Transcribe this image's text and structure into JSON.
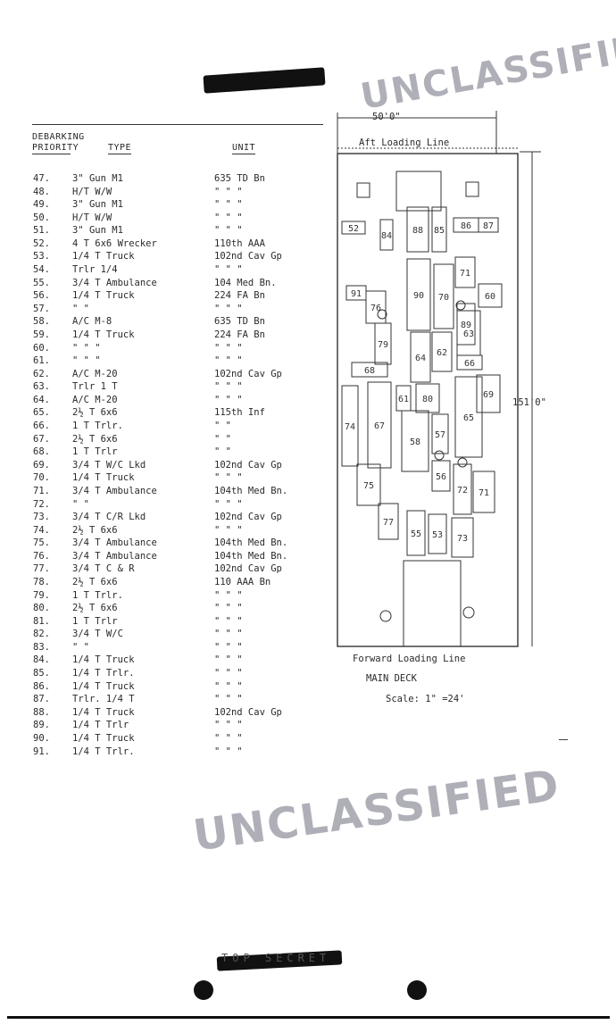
{
  "header": {
    "col1_line1": "DEBARKING",
    "col1_line2": "PRIORITY",
    "col2": "TYPE",
    "col3": "UNIT"
  },
  "rows": [
    {
      "no": "47.",
      "type": "3\" Gun M1",
      "unit": "635 TD Bn"
    },
    {
      "no": "48.",
      "type": "H/T W/W",
      "unit": "\"   \"   \""
    },
    {
      "no": "49.",
      "type": "3\" Gun M1",
      "unit": "\"   \"   \""
    },
    {
      "no": "50.",
      "type": "H/T W/W",
      "unit": "\"   \"   \""
    },
    {
      "no": "51.",
      "type": "3\" Gun M1",
      "unit": "\"   \"   \""
    },
    {
      "no": "52.",
      "type": "4 T 6x6 Wrecker",
      "unit": "110th AAA"
    },
    {
      "no": "53.",
      "type": "1/4 T Truck",
      "unit": "102nd Cav Gp"
    },
    {
      "no": "54.",
      "type": "Trlr 1/4",
      "unit": "\"    \"    \""
    },
    {
      "no": "55.",
      "type": "3/4 T Ambulance",
      "unit": "104 Med Bn."
    },
    {
      "no": "56.",
      "type": "1/4 T Truck",
      "unit": "224 FA Bn"
    },
    {
      "no": "57.",
      "type": "\"   \"",
      "unit": "\"   \"   \""
    },
    {
      "no": "58.",
      "type": "A/C M-8",
      "unit": "635 TD Bn"
    },
    {
      "no": "59.",
      "type": "1/4 T Truck",
      "unit": "224 FA Bn"
    },
    {
      "no": "60.",
      "type": "\"   \"   \"",
      "unit": "\"   \"   \""
    },
    {
      "no": "61.",
      "type": "\"   \"   \"",
      "unit": "\"   \"   \""
    },
    {
      "no": "62.",
      "type": "A/C M-20",
      "unit": "102nd Cav Gp"
    },
    {
      "no": "63.",
      "type": "Trlr 1 T",
      "unit": "\"    \"    \""
    },
    {
      "no": "64.",
      "type": "A/C M-20",
      "unit": "\"    \"    \""
    },
    {
      "no": "65.",
      "type": "2½ T 6x6",
      "unit": "115th Inf"
    },
    {
      "no": "66.",
      "type": "1 T Trlr.",
      "unit": "\"    \""
    },
    {
      "no": "67.",
      "type": "2½ T 6x6",
      "unit": "\"    \""
    },
    {
      "no": "68.",
      "type": "1 T Trlr",
      "unit": "\"    \""
    },
    {
      "no": "69.",
      "type": "3/4 T W/C Lkd",
      "unit": "102nd Cav Gp"
    },
    {
      "no": "70.",
      "type": "1/4 T Truck",
      "unit": "\"    \"    \""
    },
    {
      "no": "71.",
      "type": "3/4 T Ambulance",
      "unit": "104th Med Bn."
    },
    {
      "no": "72.",
      "type": "\"    \"",
      "unit": "\"    \"    \""
    },
    {
      "no": "73.",
      "type": "3/4 T C/R Lkd",
      "unit": "102nd Cav Gp"
    },
    {
      "no": "74.",
      "type": "2½ T 6x6",
      "unit": "\"    \"    \""
    },
    {
      "no": "75.",
      "type": "3/4 T Ambulance",
      "unit": "104th Med Bn."
    },
    {
      "no": "76.",
      "type": "3/4 T Ambulance",
      "unit": "104th Med Bn."
    },
    {
      "no": "77.",
      "type": "3/4 T C & R",
      "unit": "102nd Cav Gp"
    },
    {
      "no": "78.",
      "type": "2½ T 6x6",
      "unit": "110 AAA Bn"
    },
    {
      "no": "79.",
      "type": "1 T Trlr.",
      "unit": "\"   \"   \""
    },
    {
      "no": "80.",
      "type": "2½ T 6x6",
      "unit": "\"   \"   \""
    },
    {
      "no": "81.",
      "type": "1 T Trlr",
      "unit": "\"   \"   \""
    },
    {
      "no": "82.",
      "type": "3/4 T W/C",
      "unit": "\"   \"   \""
    },
    {
      "no": "83.",
      "type": "\"    \"",
      "unit": "\"   \"   \""
    },
    {
      "no": "84.",
      "type": "1/4 T Truck",
      "unit": "\"   \"   \""
    },
    {
      "no": "85.",
      "type": "1/4 T Trlr.",
      "unit": "\"   \"   \""
    },
    {
      "no": "86.",
      "type": "1/4 T Truck",
      "unit": "\"   \"   \""
    },
    {
      "no": "87.",
      "type": "Trlr. 1/4 T",
      "unit": "\"   \"   \""
    },
    {
      "no": "88.",
      "type": "1/4 T Truck",
      "unit": "102nd Cav Gp"
    },
    {
      "no": "89.",
      "type": "1/4 T Trlr",
      "unit": "\"    \"    \""
    },
    {
      "no": "90.",
      "type": "1/4 T Truck",
      "unit": "\"    \"    \""
    },
    {
      "no": "91.",
      "type": "1/4 T Trlr.",
      "unit": "\"    \"    \""
    }
  ],
  "diagram": {
    "width_label": "50'0\"",
    "length_label": "151'0\"",
    "aft_label": "Aft Loading Line",
    "forward_label": "Forward Loading Line",
    "deck_label": "MAIN DECK",
    "scale_label": "Scale: 1\" =24'",
    "spot_numbers": [
      "52",
      "84",
      "88",
      "85",
      "86",
      "87",
      "91",
      "90",
      "70",
      "71",
      "60",
      "89",
      "63",
      "64",
      "62",
      "66",
      "68",
      "74",
      "67",
      "61",
      "80",
      "65",
      "69",
      "76",
      "58",
      "57",
      "79",
      "75",
      "72",
      "71",
      "56",
      "77",
      "55",
      "53",
      "73"
    ]
  },
  "stamps": {
    "top": "UNCLASSIFIED",
    "middle": "UNCLASSIFIED",
    "bottom": "TOP SECRET"
  }
}
